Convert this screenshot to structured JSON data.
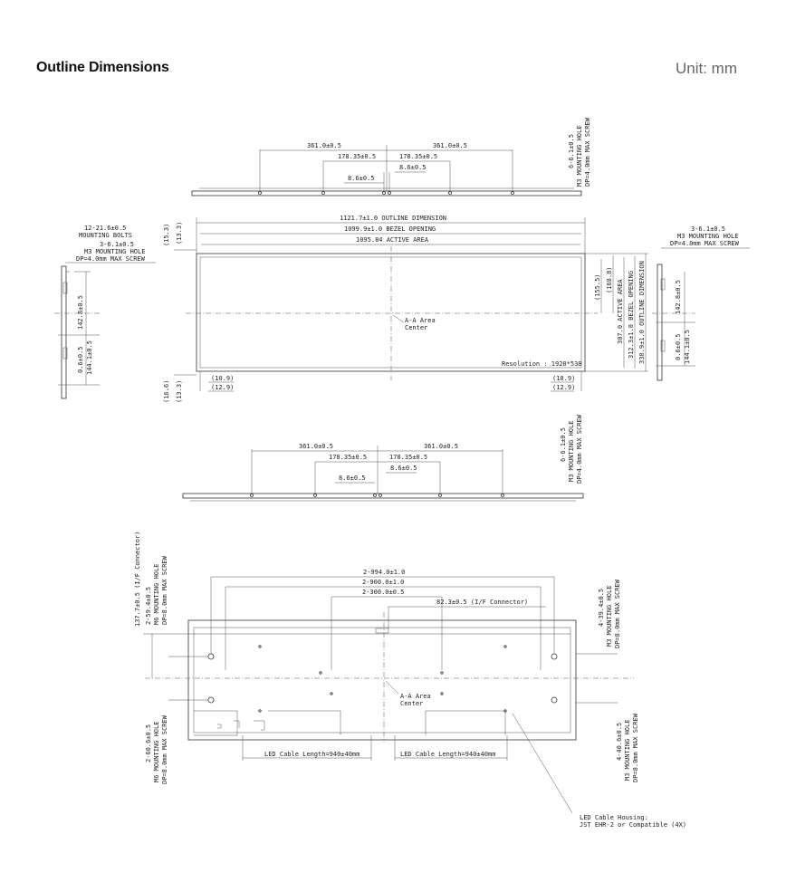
{
  "header": {
    "title": "Outline Dimensions",
    "unit": "Unit: mm"
  },
  "top_view": {
    "d_361_left": "361.0±0.5",
    "d_361_right": "361.0±0.5",
    "d_178_left": "178.35±0.5",
    "d_178_right": "178.35±0.5",
    "d_86_right": "8.6±0.5",
    "d_86_center": "8.6±0.5",
    "hole_note": [
      "6-6.1±0.5",
      "M3 MOUNTING HOLE",
      "DP=4.0mm MAX SCREW"
    ]
  },
  "front_view": {
    "outline": "1121.7±1.0 OUTLINE DIMENSION",
    "bezel": "1099.9±1.0 BEZEL OPENING",
    "active": "1095.84 ACTIVE AREA",
    "left_15_3": "(15.3)",
    "left_13_3": "(13.3)",
    "left_16_6": "(16.6)",
    "left_13_3b": "(13.3)",
    "bl_10_9": "(10.9)",
    "bl_12_9": "(12.9)",
    "br_10_9": "(10.9)",
    "br_12_9": "(12.9)",
    "r_155_5": "(155.5)",
    "r_168_8": "(168.8)",
    "r_active": "307.0 ACTIVE AREA",
    "r_bezel": "312.3±1.0 BEZEL OPENING",
    "r_outline": "338.9±1.0 OUTLINE DIMENSION",
    "center_label": [
      "A-A Area",
      "Center"
    ],
    "resolution": "Resolution : 1920*538"
  },
  "left_side": {
    "note": [
      "12-21.6±0.5",
      "MOUNTING BOLTS",
      "3-6.1±0.5",
      "M3 MOUNTING HOLE",
      "DP=4.0mm MAX SCREW"
    ],
    "d_142": "142.8±0.5",
    "d_06": "0.6±0.5",
    "d_144": "144.1±0.5"
  },
  "right_side": {
    "note": [
      "3-6.1±0.5",
      "M3 MOUNTING HOLE",
      "DP=4.0mm MAX SCREW"
    ],
    "d_142": "142.8±0.5",
    "d_06": "0.6±0.5",
    "d_144": "144.1±0.5"
  },
  "bottom_view": {
    "d_361_left": "361.0±0.5",
    "d_361_right": "361.0±0.5",
    "d_178_left": "178.35±0.5",
    "d_178_right": "178.35±0.5",
    "d_86_right": "8.6±0.5",
    "d_86_center": "8.6±0.5",
    "hole_note": [
      "6-6.1±0.5",
      "M3 MOUNTING HOLE",
      "DP=4.0mm MAX SCREW"
    ]
  },
  "rear_view": {
    "d_994": "2-994.0±1.0",
    "d_900": "2-900.0±1.0",
    "d_300": "2-300.0±0.5",
    "d_823": "82.3±0.5 (I/F Connector)",
    "left_note1": [
      "137.7±0.5 (I/F Connector)",
      "2-59.4±0.5",
      "M6 MOUNTING HOLE",
      "DP=8.0mm MAX SCREW"
    ],
    "left_note2": [
      "2-60.6±0.5",
      "M6 MOUNTING HOLE",
      "DP=8.0mm MAX SCREW"
    ],
    "right_note1": [
      "4-39.4±0.5",
      "M3 MOUNTING HOLE",
      "DP=8.0mm MAX SCREW"
    ],
    "right_note2": [
      "4-40.6±0.5",
      "M3 MOUNTING HOLE",
      "DP=8.0mm MAX SCREW"
    ],
    "center_label": [
      "A-A Area",
      "Center"
    ],
    "cable_left": "LED Cable Length=940±40mm",
    "cable_right": "LED Cable Length=940±40mm",
    "housing": [
      "LED Cable Housing:",
      "JST EHR-2 or Compatible (4X)"
    ]
  }
}
